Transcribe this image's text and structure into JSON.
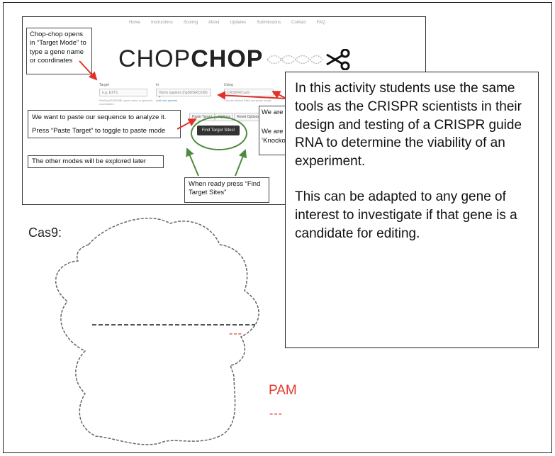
{
  "chopchop": {
    "nav": [
      "Home",
      "Instructions",
      "Scoring",
      "About",
      "Updates",
      "Submissions",
      "Contact",
      "FAQ"
    ],
    "logo_light": "CHOP",
    "logo_bold": "CHOP",
    "target_label": "Target",
    "target_placeholder": "e.g. EXT1",
    "target_hint": "RefSeq/ENSEMBL gene name or genomic coordinates",
    "in_label": "In",
    "species_value": "Homo sapiens (hg38/GRCh38) ▾",
    "species_hint": "Add new species",
    "using_label": "Using",
    "using_value": "CRISPR/Cas9",
    "using_hint": "Choose default PAM and guide length",
    "tabs": [
      "Paste Target",
      "Options",
      "Reset Options"
    ],
    "find_button": "Find Target Sites!"
  },
  "annotations": {
    "target_mode": "Chop-chop opens in “Target Mode” to type a gene name or coordinates",
    "paste_line1": "We want to paste our sequence to analyze it.",
    "paste_line2": "Press “Paste Target” to toggle to paste mode",
    "other_modes": "The other modes will be explored later",
    "find_sites": "When ready press “Find Target Sites”",
    "defaults_line1": "We are default",
    "defaults_line2": "We are leave th ‘Knocko"
  },
  "info": {
    "para1": "In this activity students use the same tools as the CRISPR scientists in their design and testing of a CRISPR guide RNA to determine the viability of an experiment.",
    "para2": "This can be adapted to any gene of interest to investigate if that gene is a candidate for editing."
  },
  "diagram": {
    "cas9_label": "Cas9:",
    "pam_label": "PAM",
    "pam_dash": "---",
    "red_dash": "---",
    "colors": {
      "red": "#e23a2c",
      "green": "#4f8a3f",
      "arrow_red": "#e0322a"
    }
  }
}
